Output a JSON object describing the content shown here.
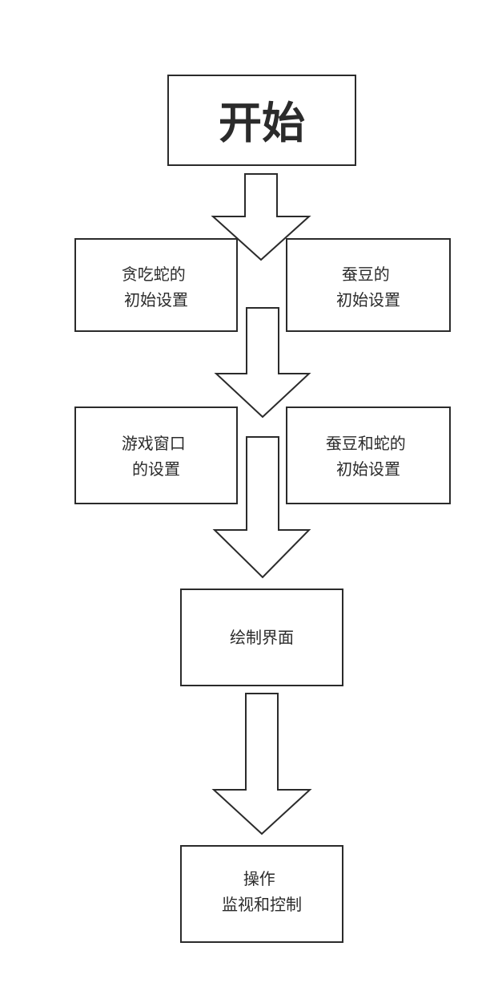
{
  "diagram": {
    "nodes": {
      "start": {
        "lines": [
          "开始"
        ]
      },
      "snake_init": {
        "lines": [
          "贪吃蛇的",
          "初始设置"
        ]
      },
      "bean_init": {
        "lines": [
          "蚕豆的",
          "初始设置"
        ]
      },
      "window_setup": {
        "lines": [
          "游戏窗口",
          "的设置"
        ]
      },
      "bean_snake_init": {
        "lines": [
          "蚕豆和蛇的",
          "初始设置"
        ]
      },
      "draw_ui": {
        "lines": [
          "绘制界面"
        ]
      },
      "operate": {
        "lines": [
          "操作",
          "监视和控制"
        ]
      }
    },
    "colors": {
      "stroke": "#2b2b2b",
      "fill": "#ffffff",
      "text": "#2b2b2b"
    }
  }
}
